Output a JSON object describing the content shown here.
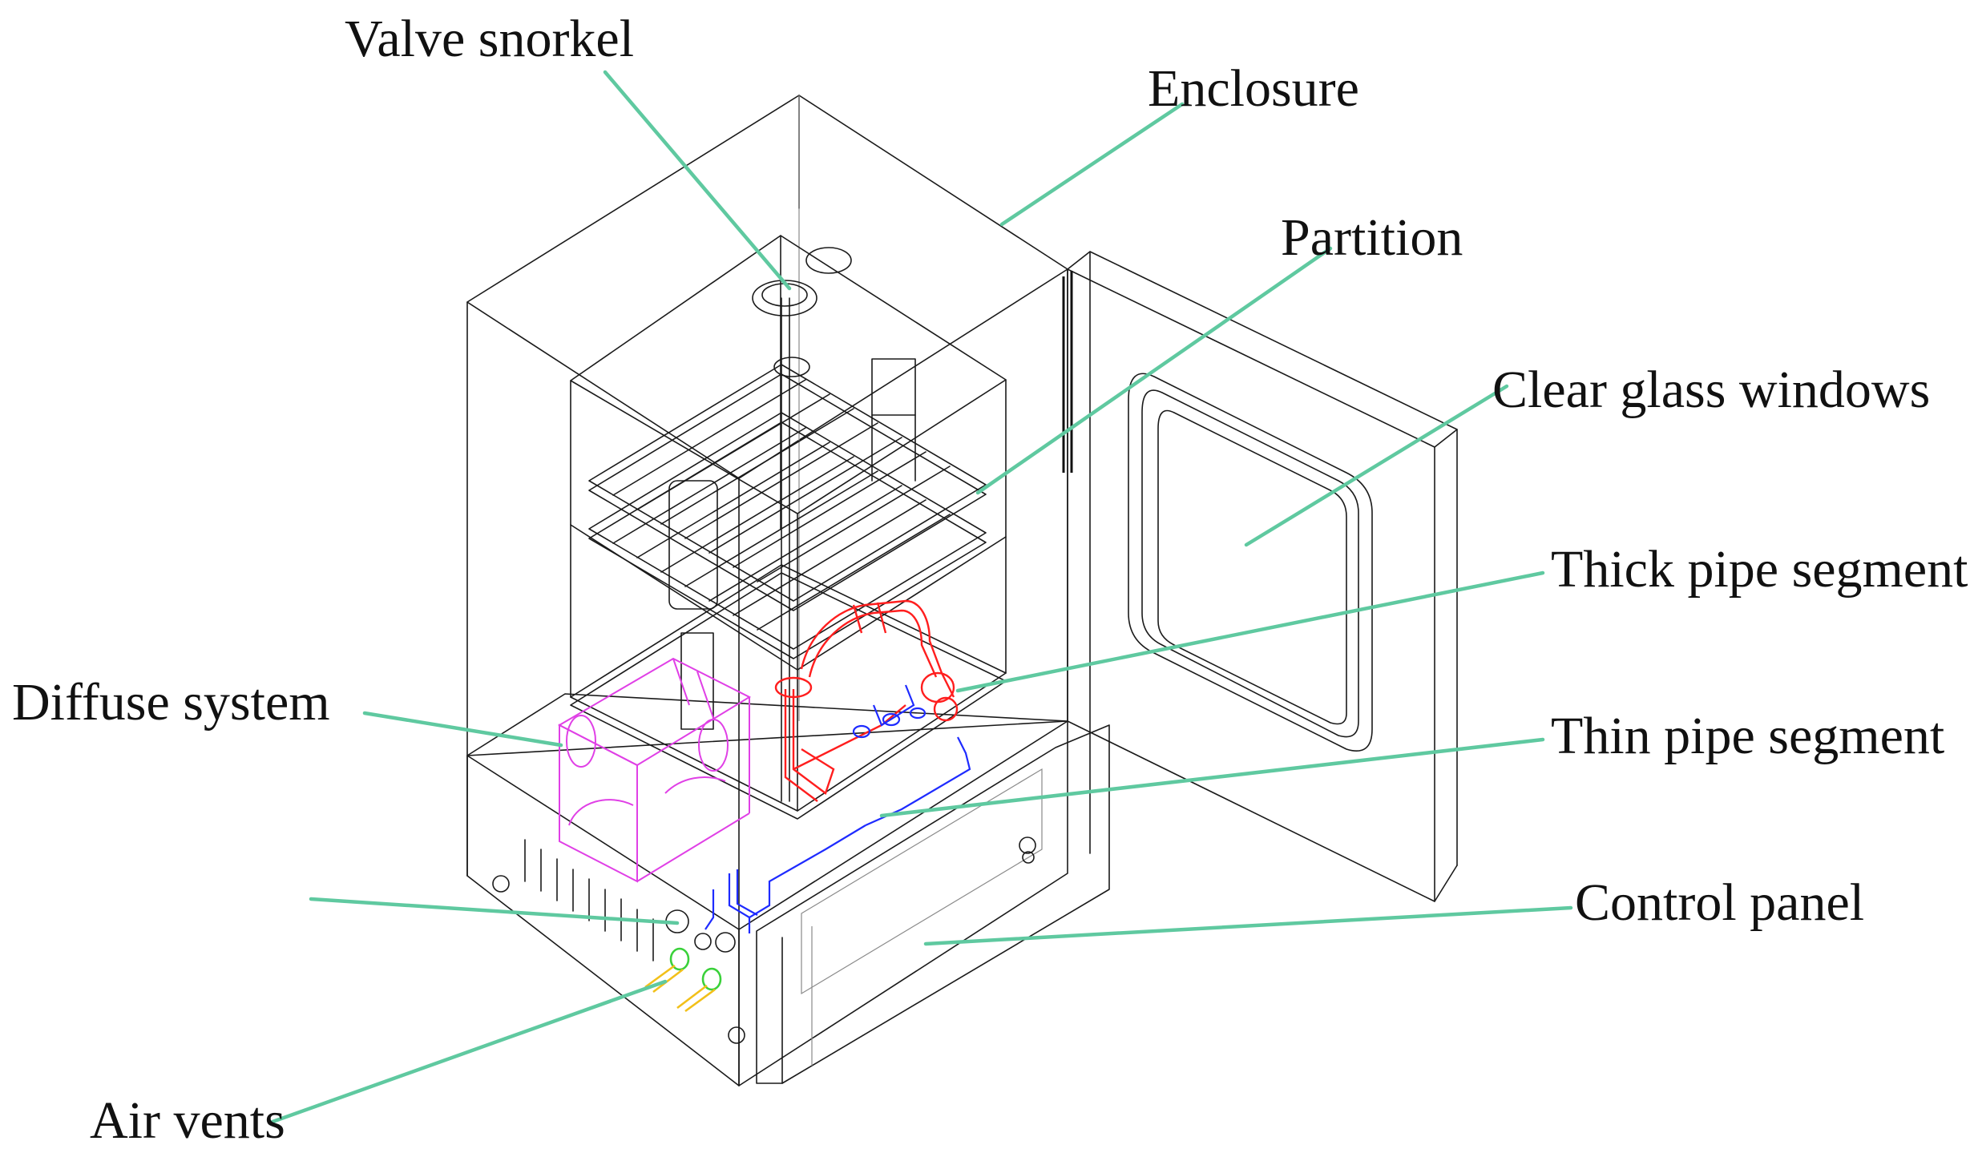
{
  "labels": {
    "valve_snorkel": "Valve snorkel",
    "enclosure": "Enclosure",
    "partition": "Partition",
    "clear_glass_windows": "Clear glass windows",
    "thick_pipe_segment": "Thick pipe segment",
    "diffuse_system": "Diffuse system",
    "thin_pipe_segment": "Thin pipe segment",
    "control_panel": "Control panel",
    "air_vents": "Air vents"
  },
  "colors": {
    "leader": "#5fc9a0",
    "thick_pipe": "#ff1e1e",
    "thin_pipe": "#1e2bff",
    "diffuse_system": "#e040e6",
    "air_vent_outer": "#f2c019",
    "air_vent_inner": "#3ad13a",
    "wireframe": "#1a1a1a"
  }
}
